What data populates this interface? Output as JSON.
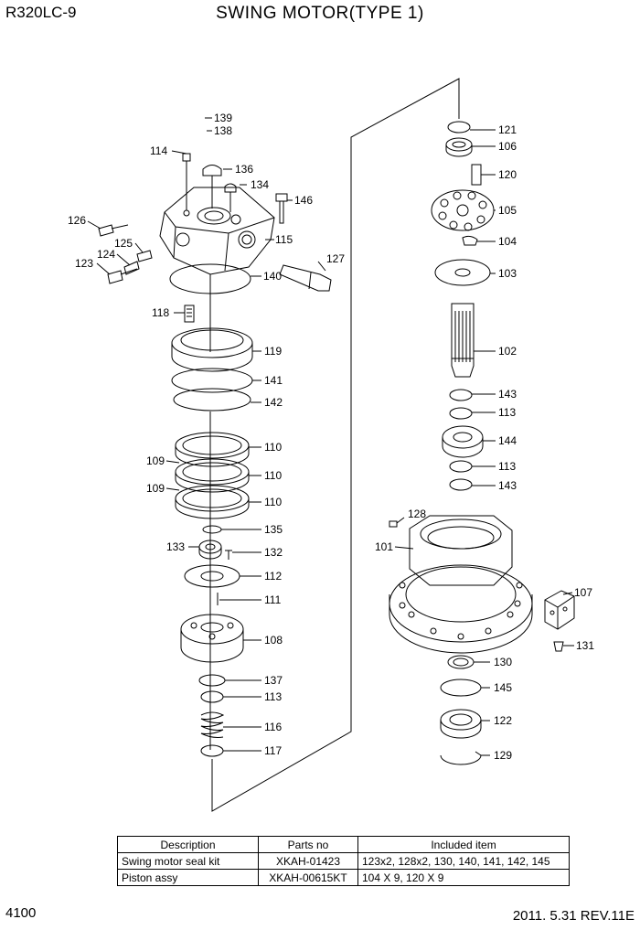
{
  "header": {
    "model": "R320LC-9",
    "title": "SWING MOTOR(TYPE 1)"
  },
  "part_numbers": {
    "p139": "139",
    "p138": "138",
    "p114": "114",
    "p136": "136",
    "p134": "134",
    "p146": "146",
    "p126": "126",
    "p115": "115",
    "p125": "125",
    "p124": "124",
    "p123": "123",
    "p127": "127",
    "p140": "140",
    "p118": "118",
    "p119": "119",
    "p141": "141",
    "p142": "142",
    "p110a": "110",
    "p109a": "109",
    "p110b": "110",
    "p109b": "109",
    "p110c": "110",
    "p135": "135",
    "p133": "133",
    "p132": "132",
    "p112": "112",
    "p111": "111",
    "p108": "108",
    "p137": "137",
    "p113a": "113",
    "p116": "116",
    "p117": "117",
    "p121": "121",
    "p106": "106",
    "p120": "120",
    "p105": "105",
    "p104": "104",
    "p103": "103",
    "p102": "102",
    "p143a": "143",
    "p113b": "113",
    "p144": "144",
    "p113c": "113",
    "p143b": "143",
    "p128": "128",
    "p101": "101",
    "p107": "107",
    "p131": "131",
    "p130": "130",
    "p145": "145",
    "p122": "122",
    "p129": "129"
  },
  "kit_table": {
    "headers": [
      "Description",
      "Parts no",
      "Included item"
    ],
    "rows": [
      [
        "Swing motor seal kit",
        "XKAH-01423",
        "123x2, 128x2, 130, 140, 141, 142, 145"
      ],
      [
        "Piston assy",
        "XKAH-00615KT",
        "104 X 9, 120 X 9"
      ]
    ]
  },
  "footer": {
    "page": "4100",
    "revision": "2011. 5.31  REV.11E"
  }
}
